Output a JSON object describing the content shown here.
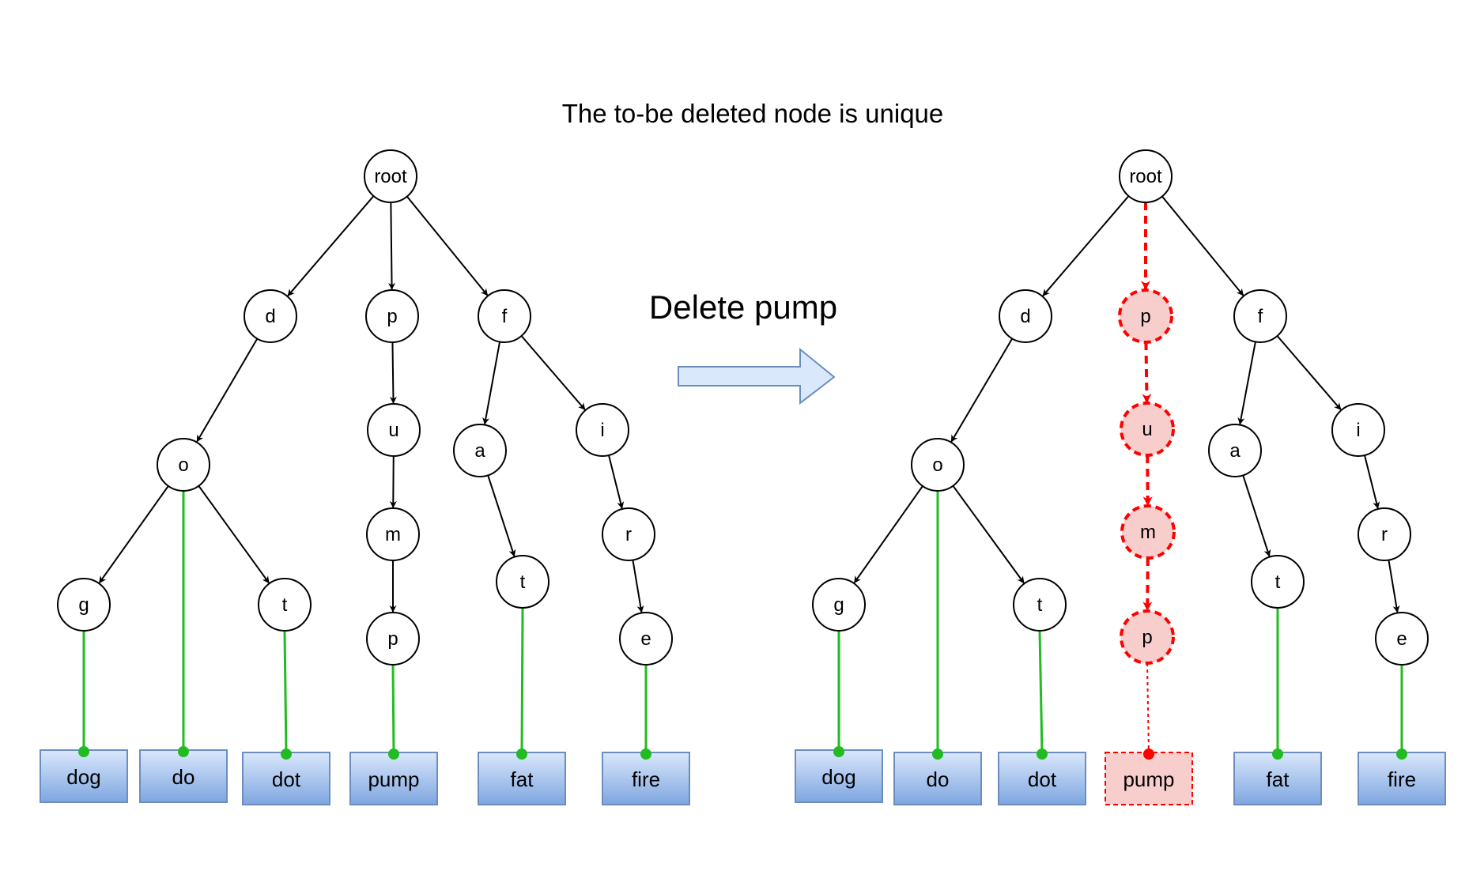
{
  "title": "The to-be deleted node is unique",
  "action_label": "Delete pump",
  "colors": {
    "edge": "#000000",
    "leaf_link": "#22bb22",
    "leaf_fill_top": "#dae8fc",
    "leaf_fill_bottom": "#7ea6e0",
    "leaf_stroke": "#6c8ebf",
    "deleted": "#ff0000",
    "deleted_fill": "#f8cecc",
    "arrow_fill": "#dae8fc",
    "arrow_stroke": "#6c8ebf"
  },
  "trees": [
    {
      "id": "before",
      "nodes": [
        {
          "id": "root",
          "label": "root"
        },
        {
          "id": "d",
          "label": "d"
        },
        {
          "id": "p1",
          "label": "p"
        },
        {
          "id": "f",
          "label": "f"
        },
        {
          "id": "o",
          "label": "o"
        },
        {
          "id": "u",
          "label": "u"
        },
        {
          "id": "a",
          "label": "a"
        },
        {
          "id": "i",
          "label": "i"
        },
        {
          "id": "g",
          "label": "g"
        },
        {
          "id": "t1",
          "label": "t"
        },
        {
          "id": "m",
          "label": "m"
        },
        {
          "id": "t2",
          "label": "t"
        },
        {
          "id": "r",
          "label": "r"
        },
        {
          "id": "p2",
          "label": "p"
        },
        {
          "id": "e",
          "label": "e"
        }
      ],
      "edges": [
        [
          "root",
          "d"
        ],
        [
          "root",
          "p1"
        ],
        [
          "root",
          "f"
        ],
        [
          "d",
          "o"
        ],
        [
          "o",
          "g"
        ],
        [
          "o",
          "t1"
        ],
        [
          "p1",
          "u"
        ],
        [
          "u",
          "m"
        ],
        [
          "m",
          "p2"
        ],
        [
          "f",
          "a"
        ],
        [
          "f",
          "i"
        ],
        [
          "a",
          "t2"
        ],
        [
          "i",
          "r"
        ],
        [
          "r",
          "e"
        ]
      ],
      "words": [
        {
          "from": "g",
          "label": "dog"
        },
        {
          "from": "o",
          "label": "do"
        },
        {
          "from": "t1",
          "label": "dot"
        },
        {
          "from": "p2",
          "label": "pump"
        },
        {
          "from": "t2",
          "label": "fat"
        },
        {
          "from": "e",
          "label": "fire"
        }
      ]
    },
    {
      "id": "after",
      "nodes": [
        {
          "id": "root",
          "label": "root"
        },
        {
          "id": "d",
          "label": "d"
        },
        {
          "id": "p1",
          "label": "p",
          "deleted": true
        },
        {
          "id": "f",
          "label": "f"
        },
        {
          "id": "o",
          "label": "o"
        },
        {
          "id": "u",
          "label": "u",
          "deleted": true
        },
        {
          "id": "a",
          "label": "a"
        },
        {
          "id": "i",
          "label": "i"
        },
        {
          "id": "g",
          "label": "g"
        },
        {
          "id": "t1",
          "label": "t"
        },
        {
          "id": "m",
          "label": "m",
          "deleted": true
        },
        {
          "id": "t2",
          "label": "t"
        },
        {
          "id": "r",
          "label": "r"
        },
        {
          "id": "p2",
          "label": "p",
          "deleted": true
        },
        {
          "id": "e",
          "label": "e"
        }
      ],
      "edges": [
        [
          "root",
          "d"
        ],
        [
          "root",
          "p1",
          "deleted"
        ],
        [
          "root",
          "f"
        ],
        [
          "d",
          "o"
        ],
        [
          "o",
          "g"
        ],
        [
          "o",
          "t1"
        ],
        [
          "p1",
          "u",
          "deleted"
        ],
        [
          "u",
          "m",
          "deleted"
        ],
        [
          "m",
          "p2",
          "deleted"
        ],
        [
          "f",
          "a"
        ],
        [
          "f",
          "i"
        ],
        [
          "a",
          "t2"
        ],
        [
          "i",
          "r"
        ],
        [
          "r",
          "e"
        ]
      ],
      "words": [
        {
          "from": "g",
          "label": "dog"
        },
        {
          "from": "o",
          "label": "do"
        },
        {
          "from": "t1",
          "label": "dot"
        },
        {
          "from": "p2",
          "label": "pump",
          "deleted": true
        },
        {
          "from": "t2",
          "label": "fat"
        },
        {
          "from": "e",
          "label": "fire"
        }
      ]
    }
  ]
}
